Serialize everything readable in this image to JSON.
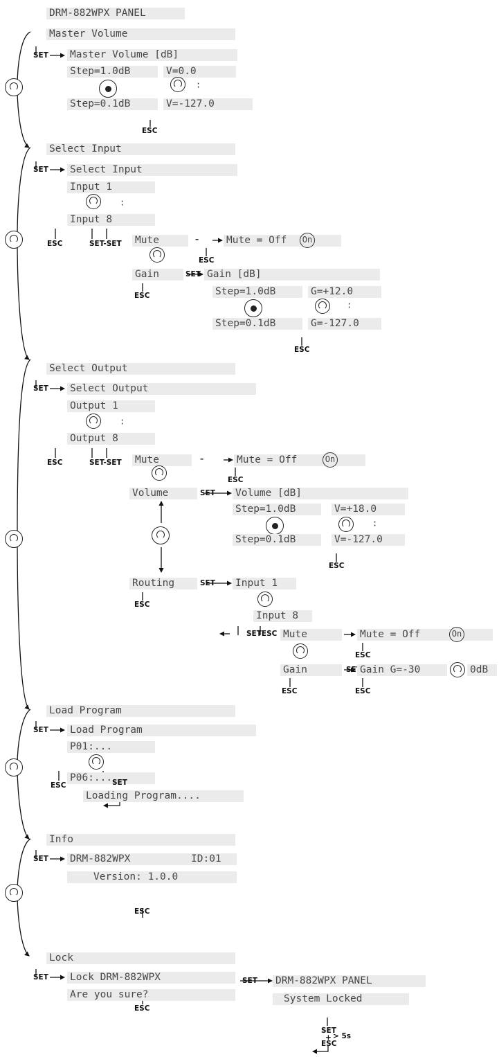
{
  "panel_title": "DRM-882WPX PANEL",
  "tags": {
    "set": "SET",
    "esc": "ESC",
    "setset": "SET-SET",
    "setesc": "SETESC",
    "plus": "+",
    "gt5s": "> 5s"
  },
  "master": {
    "menu": "Master Volume",
    "header": "Master Volume [dB]",
    "step_coarse": "Step=1.0dB",
    "step_fine": "Step=0.1dB",
    "v_max": "V=0.0",
    "v_min": "V=-127.0"
  },
  "input": {
    "menu": "Select Input",
    "header": "Select Input",
    "first": "Input 1",
    "last": "Input 8",
    "mute": "Mute",
    "mute_value": "Mute = Off",
    "on": "On",
    "gain": "Gain",
    "gain_header": "Gain [dB]",
    "step_coarse": "Step=1.0dB",
    "step_fine": "Step=0.1dB",
    "g_max": "G=+12.0",
    "g_min": "G=-127.0"
  },
  "output": {
    "menu": "Select Output",
    "header": "Select Output",
    "first": "Output 1",
    "last": "Output 8",
    "mute": "Mute",
    "mute_value": "Mute = Off",
    "on": "On",
    "volume": "Volume",
    "volume_header": "Volume [dB]",
    "step_coarse": "Step=1.0dB",
    "step_fine": "Step=0.1dB",
    "v_max": "V=+18.0",
    "v_min": "V=-127.0",
    "routing": "Routing",
    "r_first": "Input 1",
    "r_last": "Input 8",
    "r_mute": "Mute",
    "r_mute_value": "Mute = Off",
    "r_on": "On",
    "r_gain": "Gain",
    "r_gain_value": "Gain G=-30",
    "r_gain_max": "0dB"
  },
  "program": {
    "menu": "Load Program",
    "header": "Load Program",
    "first": "P01:...",
    "last": "P06:...",
    "loading": "Loading Program...."
  },
  "info": {
    "menu": "Info",
    "model": "DRM-882WPX",
    "id": "ID:01",
    "version": "Version: 1.0.0"
  },
  "lock": {
    "menu": "Lock",
    "header": "Lock DRM-882WPX",
    "confirm": "Are you sure?",
    "result_title": "DRM-882WPX PANEL",
    "result_status": "System Locked"
  }
}
